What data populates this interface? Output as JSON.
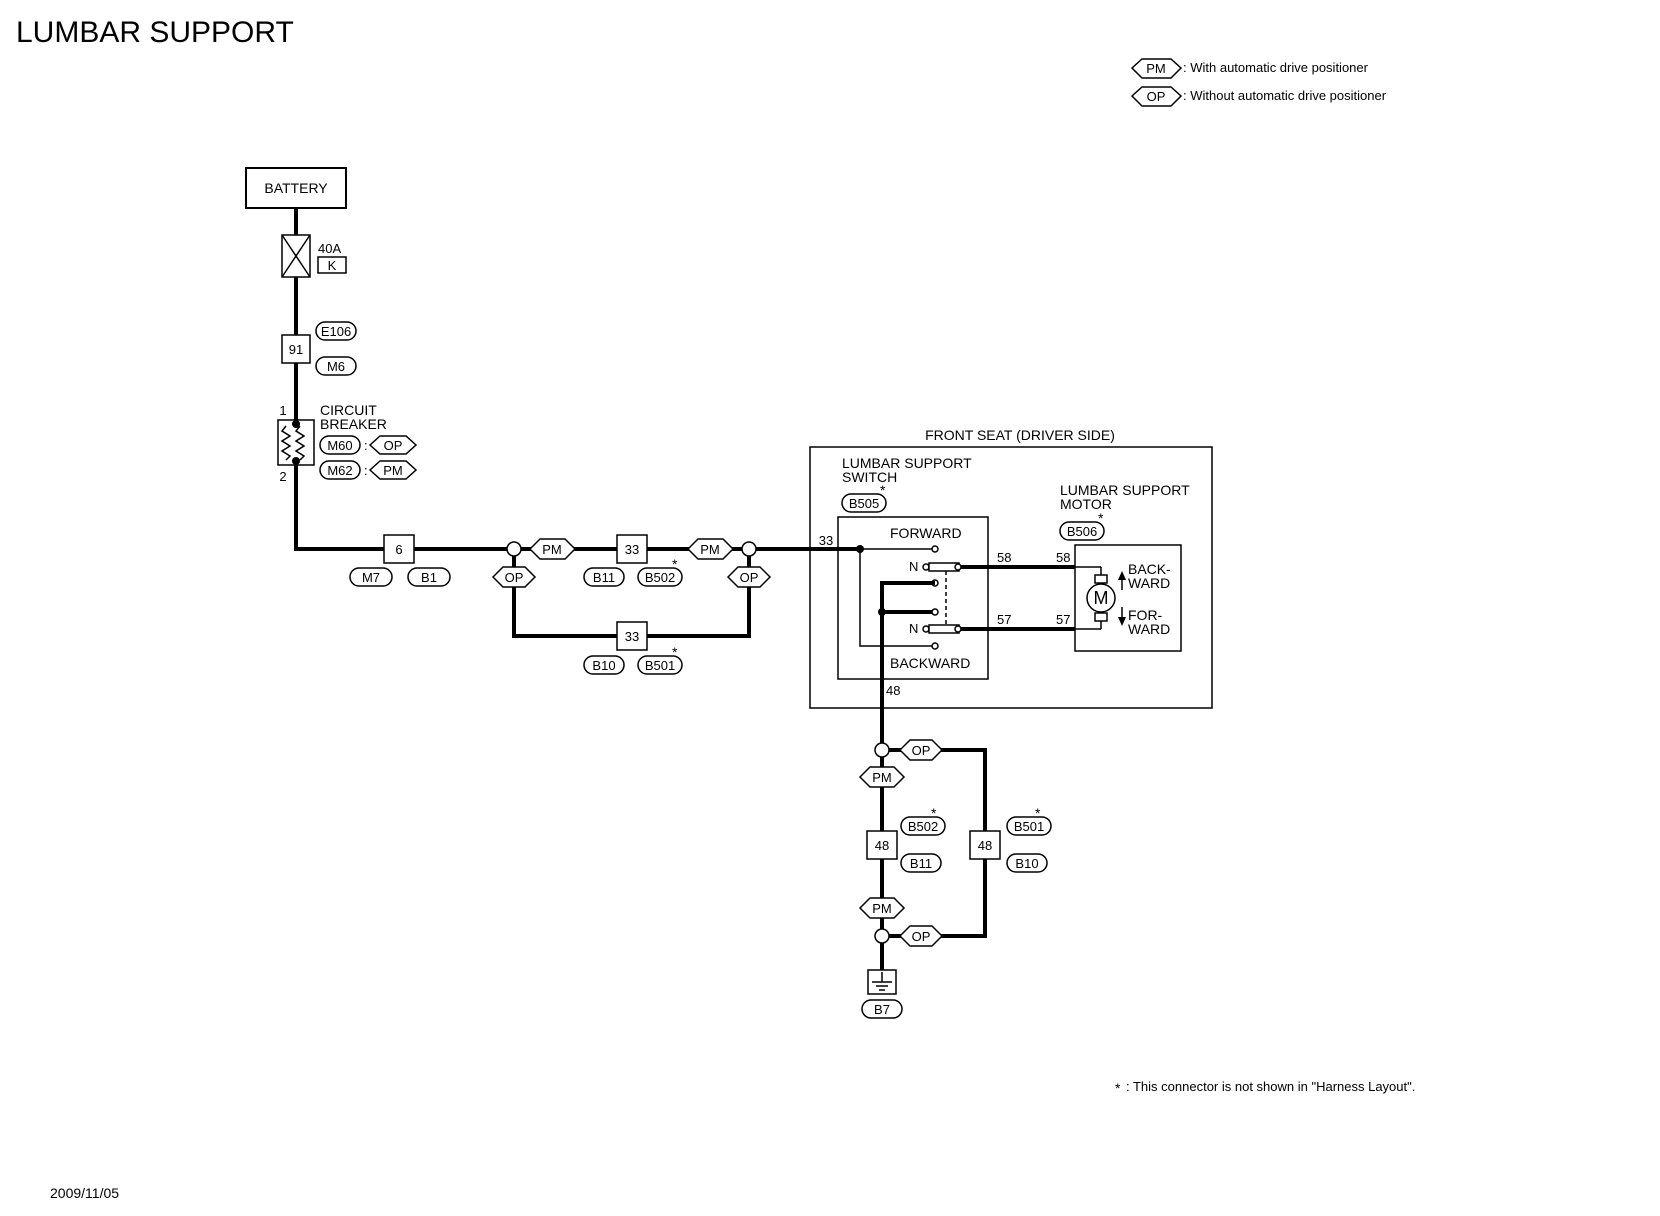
{
  "title": "LUMBAR SUPPORT",
  "date": "2009/11/05",
  "legend": {
    "pm_tag": "PM",
    "pm_text": ": With automatic drive positioner",
    "op_tag": "OP",
    "op_text": ": Without automatic drive positioner"
  },
  "footnote": ": This connector is not shown in \"Harness Layout\".",
  "battery": "BATTERY",
  "fuse": {
    "rating": "40A",
    "letter": "K"
  },
  "connector_91": {
    "pin": "91",
    "conn1": "E106",
    "conn2": "M6"
  },
  "circuit_breaker": {
    "line1": "CIRCUIT",
    "line2": "BREAKER",
    "pin_top": "1",
    "pin_bottom": "2",
    "conn_op": "M60",
    "conn_pm": "M62",
    "colon": ":",
    "op_tag": "OP",
    "pm_tag": "PM"
  },
  "connector_6": {
    "pin": "6",
    "conn1": "M7",
    "conn2": "B1"
  },
  "connector_33_pm": {
    "pin": "33",
    "conn1": "B11",
    "conn2": "B502"
  },
  "connector_33_op": {
    "pin": "33",
    "conn1": "B10",
    "conn2": "B501"
  },
  "tags": {
    "pm": "PM",
    "op": "OP"
  },
  "front_seat": {
    "label": "FRONT SEAT (DRIVER SIDE)",
    "switch_line1": "LUMBAR SUPPORT",
    "switch_line2": "SWITCH",
    "switch_conn": "B505",
    "motor_line1": "LUMBAR SUPPORT",
    "motor_line2": "MOTOR",
    "motor_conn": "B506",
    "forward": "FORWARD",
    "backward": "BACKWARD",
    "n_label": "N",
    "motor_symbol": "M",
    "back_ward_1": "BACK-",
    "back_ward_2": "WARD",
    "for_ward_1": "FOR-",
    "for_ward_2": "WARD",
    "pin_33": "33",
    "pin_58": "58",
    "pin_57": "57",
    "pin_48": "48"
  },
  "connector_48_pm": {
    "pin": "48",
    "conn1": "B502",
    "conn2": "B11"
  },
  "connector_48_op": {
    "pin": "48",
    "conn1": "B501",
    "conn2": "B10"
  },
  "ground": {
    "conn": "B7"
  },
  "star": "*"
}
